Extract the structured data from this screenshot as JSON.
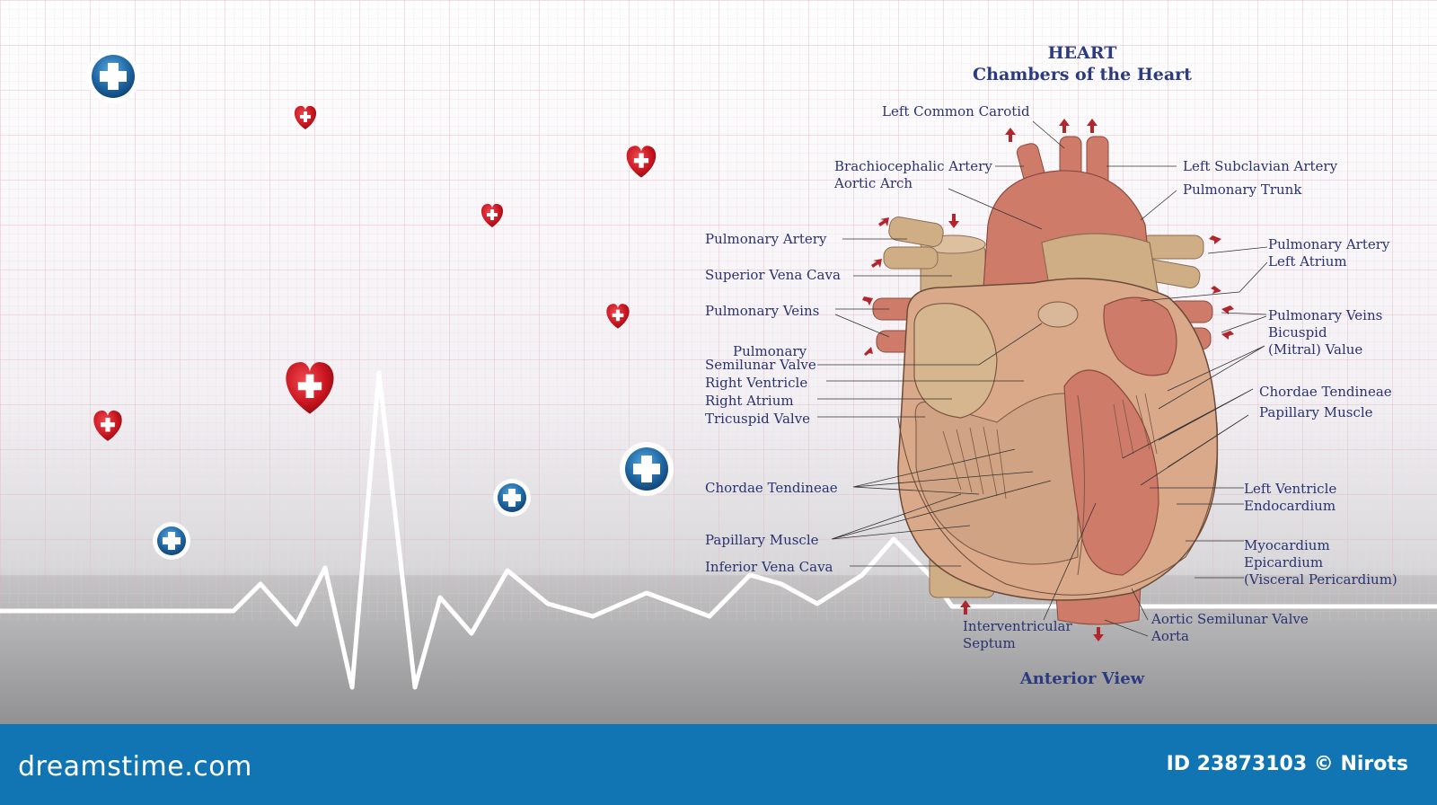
{
  "diagram": {
    "title": "HEART",
    "subtitle": "Chambers of the Heart",
    "caption": "Anterior View",
    "labels": {
      "left_common_carotid": "Left Common Carotid",
      "brachiocephalic_artery": "Brachiocephalic Artery",
      "aortic_arch": "Aortic Arch",
      "left_subclavian_artery": "Left Subclavian Artery",
      "pulmonary_trunk": "Pulmonary Trunk",
      "pulmonary_artery_left": "Pulmonary Artery",
      "superior_vena_cava": "Superior Vena Cava",
      "pulmonary_veins_left": "Pulmonary Veins",
      "pulmonary_semilunar_1": "Pulmonary",
      "pulmonary_semilunar_2": "Semilunar Valve",
      "right_ventricle": "Right Ventricle",
      "right_atrium": "Right Atrium",
      "tricuspid_valve": "Tricuspid Valve",
      "chordae_tendineae_left": "Chordae Tendineae",
      "papillary_muscle_left": "Papillary Muscle",
      "inferior_vena_cava": "Inferior Vena Cava",
      "interventricular_1": "Interventricular",
      "interventricular_2": "Septum",
      "pulmonary_artery_right": "Pulmonary Artery",
      "left_atrium": "Left Atrium",
      "pulmonary_veins_right": "Pulmonary Veins",
      "bicuspid_1": "Bicuspid",
      "bicuspid_2": "(Mitral) Value",
      "chordae_tendineae_right": "Chordae Tendineae",
      "papillary_muscle_right": "Papillary Muscle",
      "left_ventricle": "Left Ventricle",
      "endocardium": "Endocardium",
      "myocardium": "Myocardium",
      "epicardium": "Epicardium",
      "visceral_pericardium": "(Visceral Pericardium)",
      "aortic_semilunar_valve": "Aortic Semilunar Valve",
      "aorta": "Aorta"
    }
  },
  "footer": {
    "brand": "dreamstime.com",
    "credit": "ID 23873103 © Nirots"
  },
  "colors": {
    "footer_bg": "#1275b3",
    "label_text": "#2a3270",
    "heart_muscle": "#d9a98a",
    "chamber": "#cf7b6a",
    "vessel": "#cfae86",
    "heart_icon": "#c8151f",
    "medical_icon": "#1f67a3"
  }
}
